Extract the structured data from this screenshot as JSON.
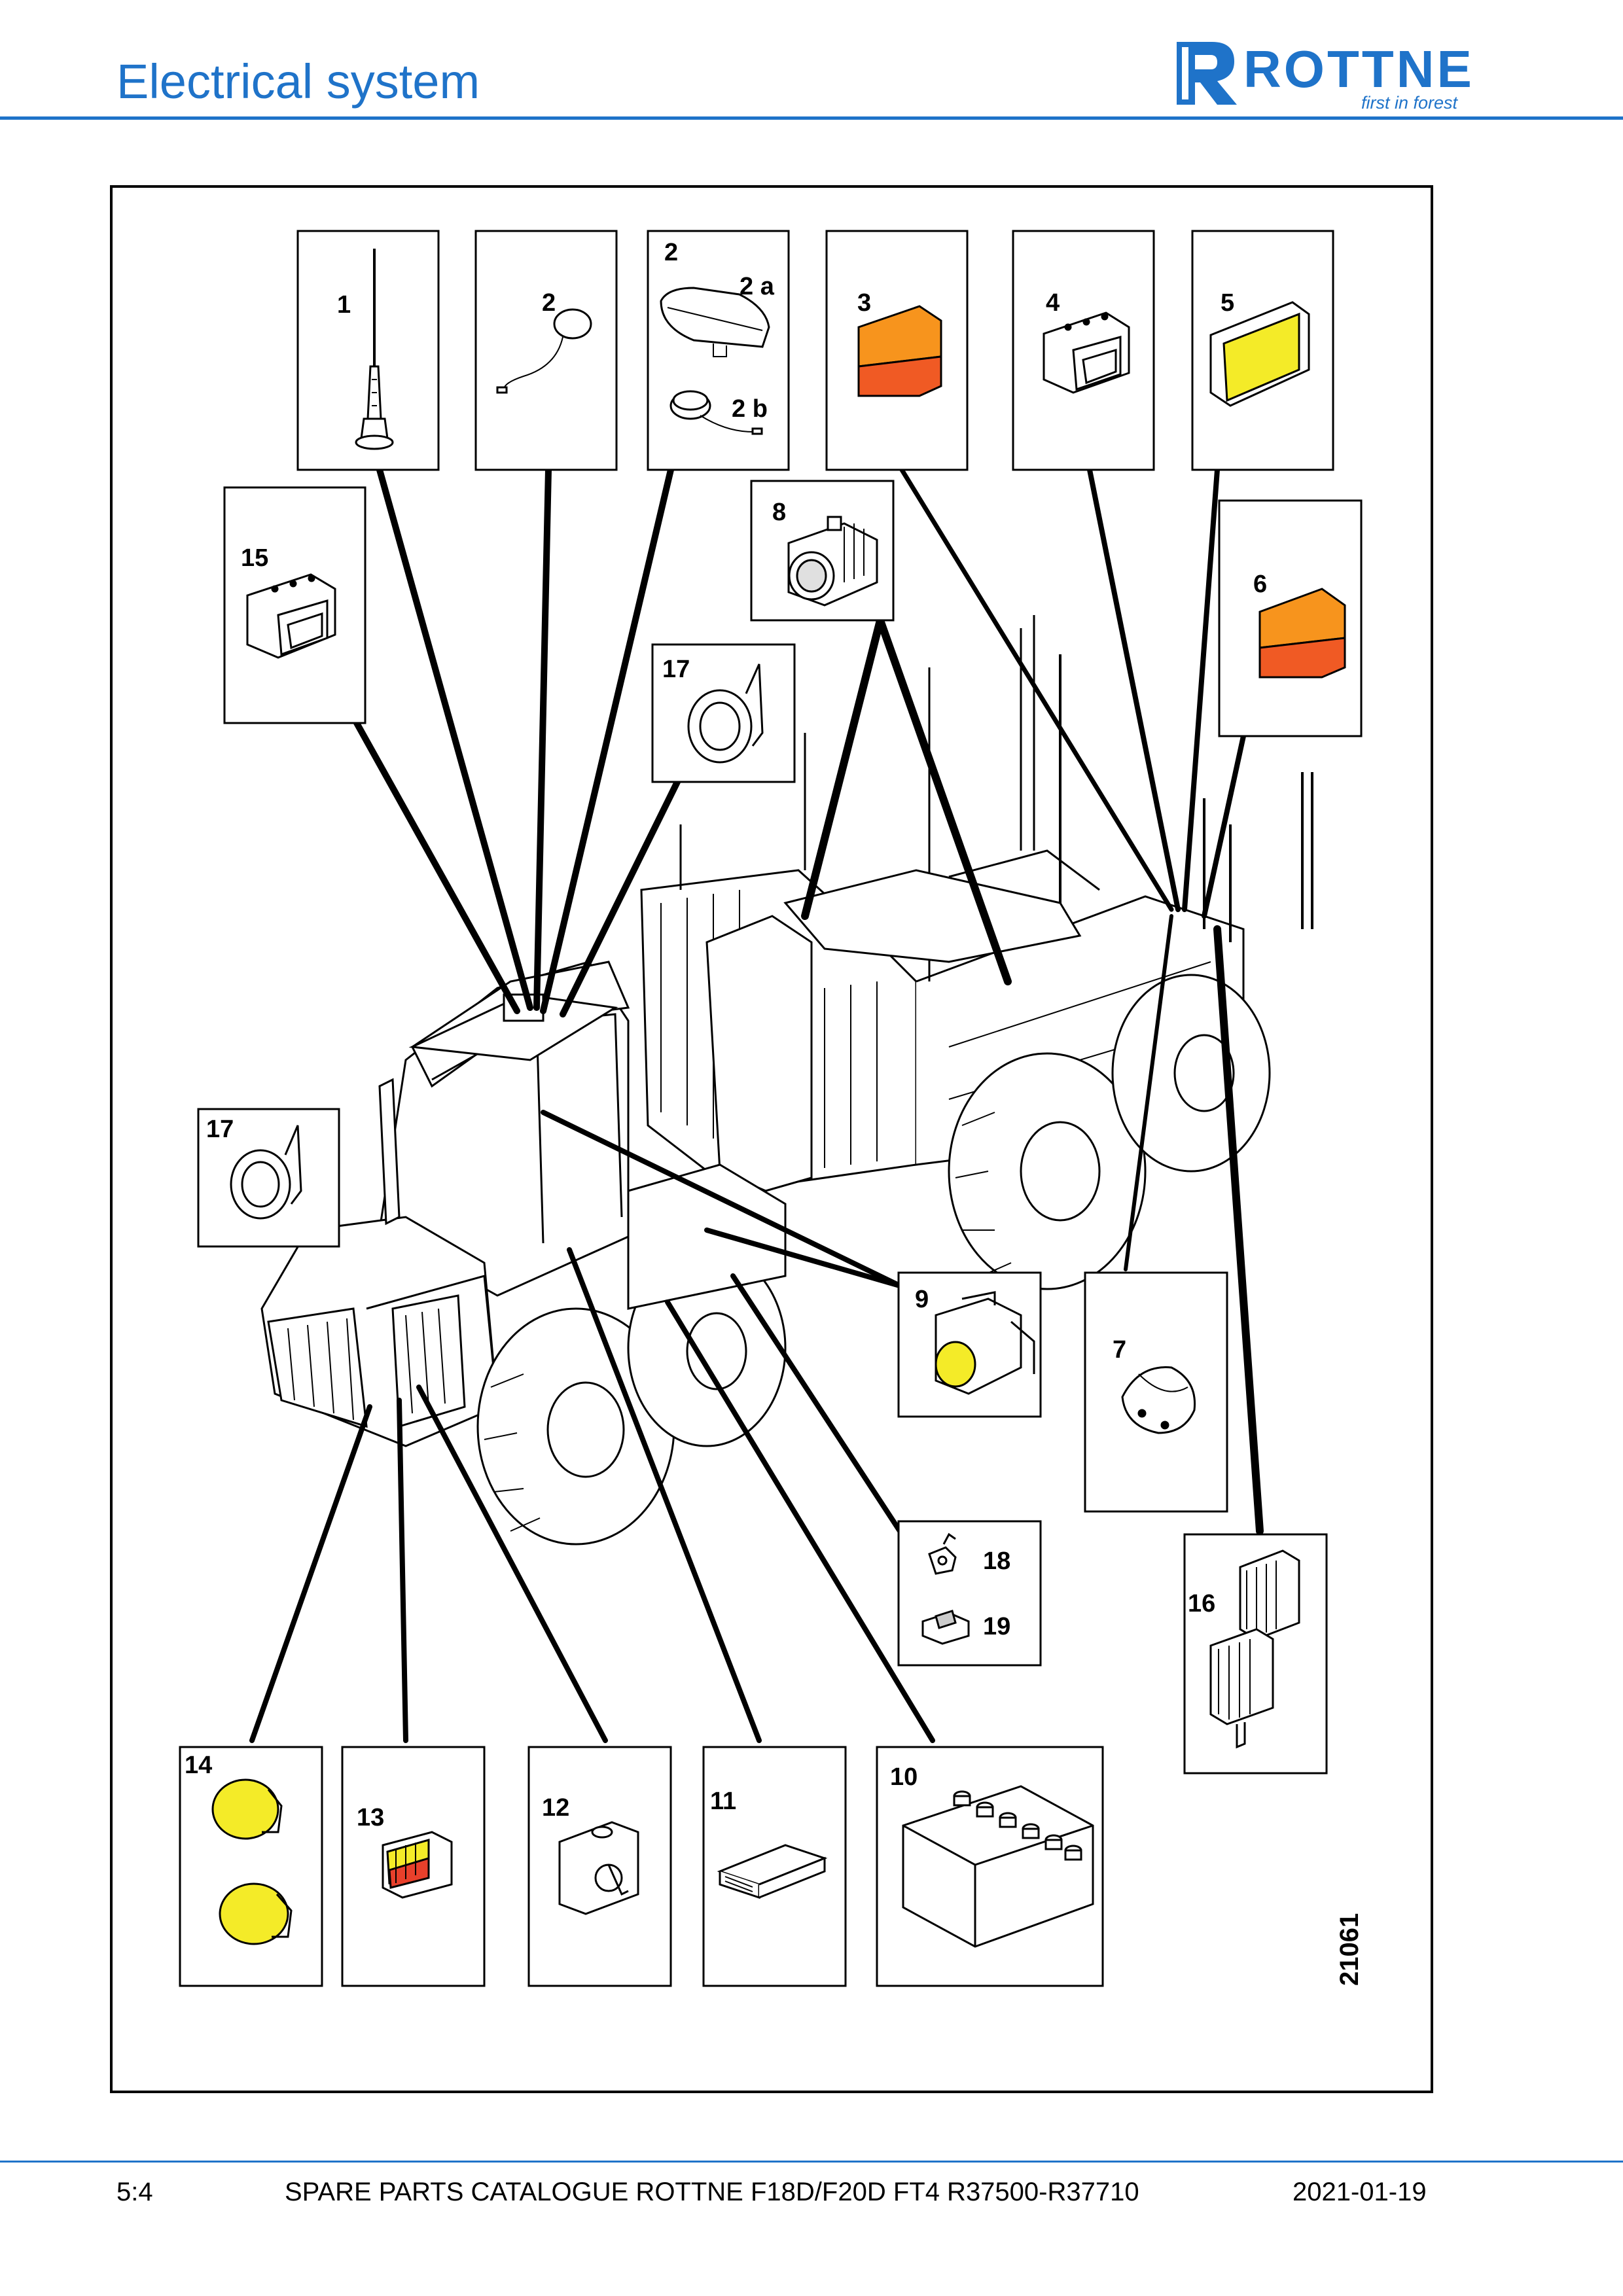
{
  "header": {
    "title": "Electrical system",
    "logo_word": "ROTTNE",
    "logo_tagline": "first in forest",
    "accent_color": "#1f73c9"
  },
  "figure": {
    "number": "21061",
    "callouts": {
      "c1": "1",
      "c2": "2",
      "c2_top": "2",
      "c2a": "2 a",
      "c2b": "2 b",
      "c3": "3",
      "c4": "4",
      "c5": "5",
      "c6": "6",
      "c7": "7",
      "c8": "8",
      "c9": "9",
      "c10": "10",
      "c11": "11",
      "c12": "12",
      "c13": "13",
      "c14": "14",
      "c15": "15",
      "c16": "16",
      "c17a": "17",
      "c17b": "17",
      "c18": "18",
      "c19": "19"
    },
    "colors": {
      "orange": "#f7941d",
      "red_orange": "#f05a24",
      "yellow": "#f4eb28",
      "red": "#e8402b"
    }
  },
  "footer": {
    "page": "5:4",
    "catalogue": "SPARE PARTS CATALOGUE ROTTNE F18D/F20D FT4 R37500-R37710",
    "date": "2021-01-19"
  }
}
